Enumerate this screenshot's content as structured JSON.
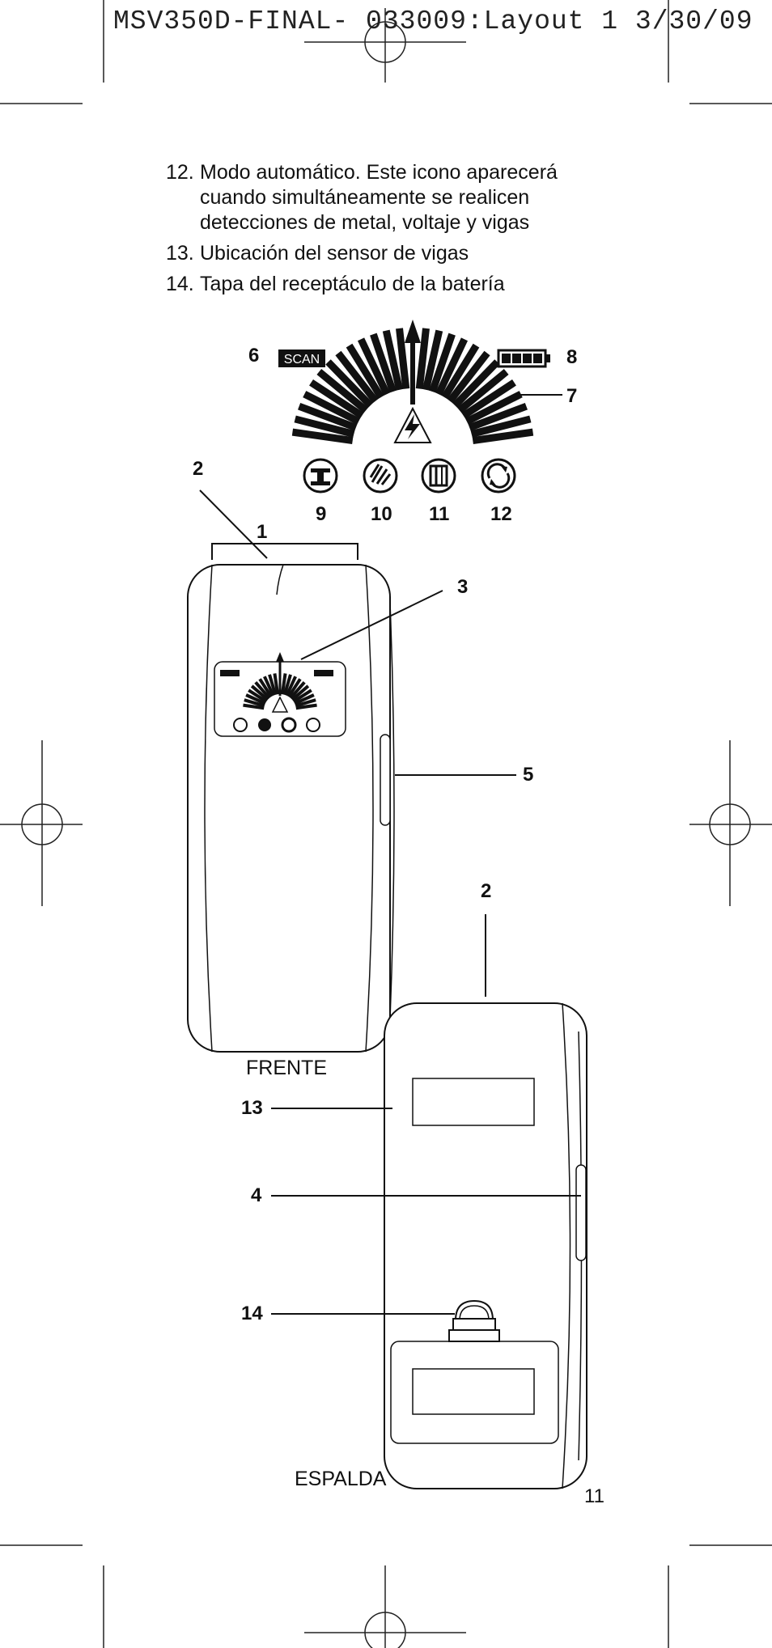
{
  "header": {
    "text": "MSV350D-FINAL- 033009:Layout 1  3/30/09"
  },
  "items": [
    {
      "num": "12.",
      "text": "Modo automático. Este icono aparecerá cuando simultáneamente se realicen detecciones de metal, voltaje y vigas"
    },
    {
      "num": "13.",
      "text": "Ubicación del sensor de vigas"
    },
    {
      "num": "14.",
      "text": "Tapa del receptáculo de la batería"
    }
  ],
  "display": {
    "scan_text": "SCAN",
    "callouts": {
      "c6": "6",
      "c7": "7",
      "c8": "8",
      "c9": "9",
      "c10": "10",
      "c11": "11",
      "c12": "12"
    }
  },
  "front": {
    "caption": "FRENTE",
    "callouts": {
      "c1": "1",
      "c2": "2",
      "c3": "3",
      "c5": "5"
    }
  },
  "back": {
    "caption": "ESPALDA",
    "callouts": {
      "c2": "2",
      "c4": "4",
      "c13": "13",
      "c14": "14"
    }
  },
  "page_number": "11"
}
